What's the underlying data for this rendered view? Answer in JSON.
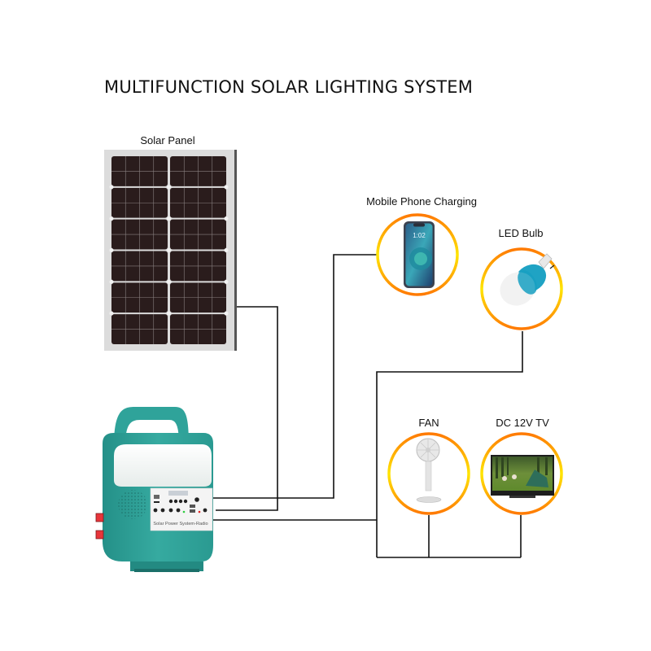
{
  "title": "MULTIFUNCTION SOLAR LIGHTING SYSTEM",
  "components": {
    "solar_panel": {
      "label": "Solar Panel"
    },
    "phone": {
      "label": "Mobile Phone Charging",
      "screen_time": "1:02"
    },
    "led_bulb": {
      "label": "LED Bulb"
    },
    "fan": {
      "label": "FAN"
    },
    "tv": {
      "label": "DC 12V TV"
    },
    "power_box": {
      "panel_text": "Solar Power System-Radio"
    }
  },
  "colors": {
    "ring_outer": "#ff7a00",
    "ring_inner": "#ffe600",
    "device_body": "#2fa39a",
    "wire": "#111111",
    "panel_cell": "#2a1c1c",
    "panel_frame": "#dcdcdc"
  }
}
